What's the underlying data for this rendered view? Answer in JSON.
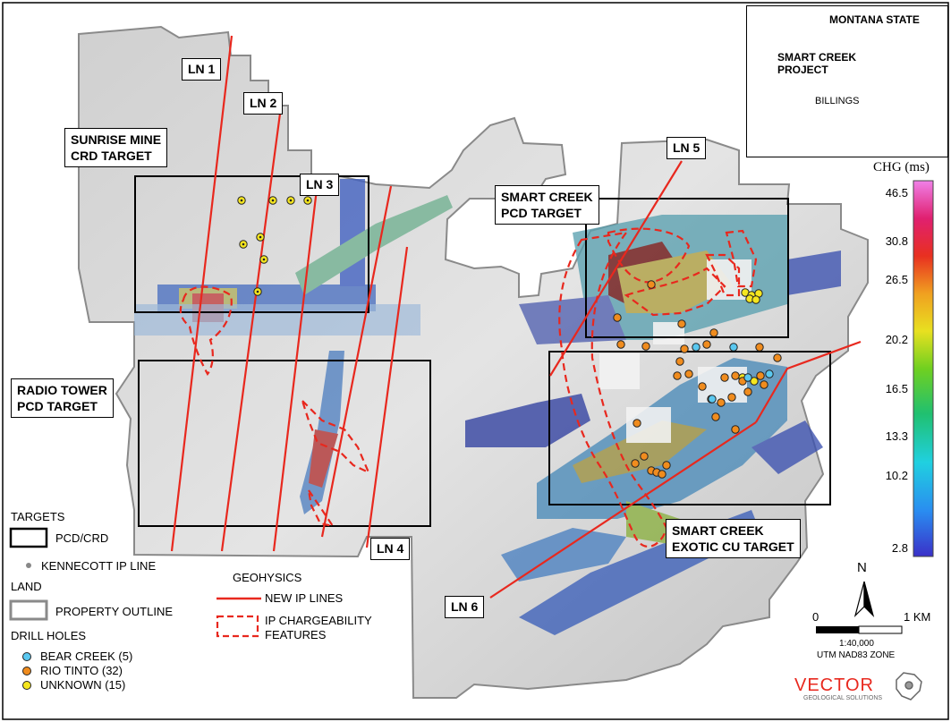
{
  "line_labels": [
    "LN 1",
    "LN 2",
    "LN 3",
    "LN 4",
    "LN 5",
    "LN 6"
  ],
  "targets": {
    "sunrise": "SUNRISE MINE\nCRD TARGET",
    "radio": "RADIO TOWER\nPCD TARGET",
    "smart_pcd": "SMART CREEK\nPCD TARGET",
    "smart_exotic": "SMART CREEK\nEXOTIC CU TARGET"
  },
  "inset": {
    "state": "MONTANA STATE",
    "project": "SMART CREEK\nPROJECT",
    "city": "BILLINGS"
  },
  "colorbar": {
    "title": "CHG (ms)",
    "ticks": [
      "46.5",
      "30.8",
      "26.5",
      "20.2",
      "16.5",
      "13.3",
      "10.2",
      "2.8"
    ]
  },
  "legend": {
    "targets_header": "TARGETS",
    "pcd_crd": "PCD/CRD",
    "kennecott": "KENNECOTT IP LINE",
    "land_header": "LAND",
    "property": "PROPERTY OUTLINE",
    "drill_header": "DRILL HOLES",
    "bear_creek": "BEAR CREEK (5)",
    "rio_tinto": "RIO TINTO (32)",
    "unknown": "UNKNOWN (15)",
    "geophysics_header": "GEOHYSICS",
    "new_ip": "NEW IP LINES",
    "ip_features": "IP CHARGEABILITY\nFEATURES"
  },
  "scale": {
    "zero": "0",
    "km": "1 KM",
    "ratio": "1:40,000",
    "zone": "UTM NAD83 ZONE",
    "north": "N"
  },
  "logo": {
    "name": "VECTOR",
    "sub": "GEOLOGICAL SOLUTIONS"
  },
  "colors": {
    "ip_line": "#e8281e",
    "drill_rio": "#f08c1e",
    "drill_unknown": "#f5e61e",
    "drill_bear": "#5ac8f0"
  }
}
